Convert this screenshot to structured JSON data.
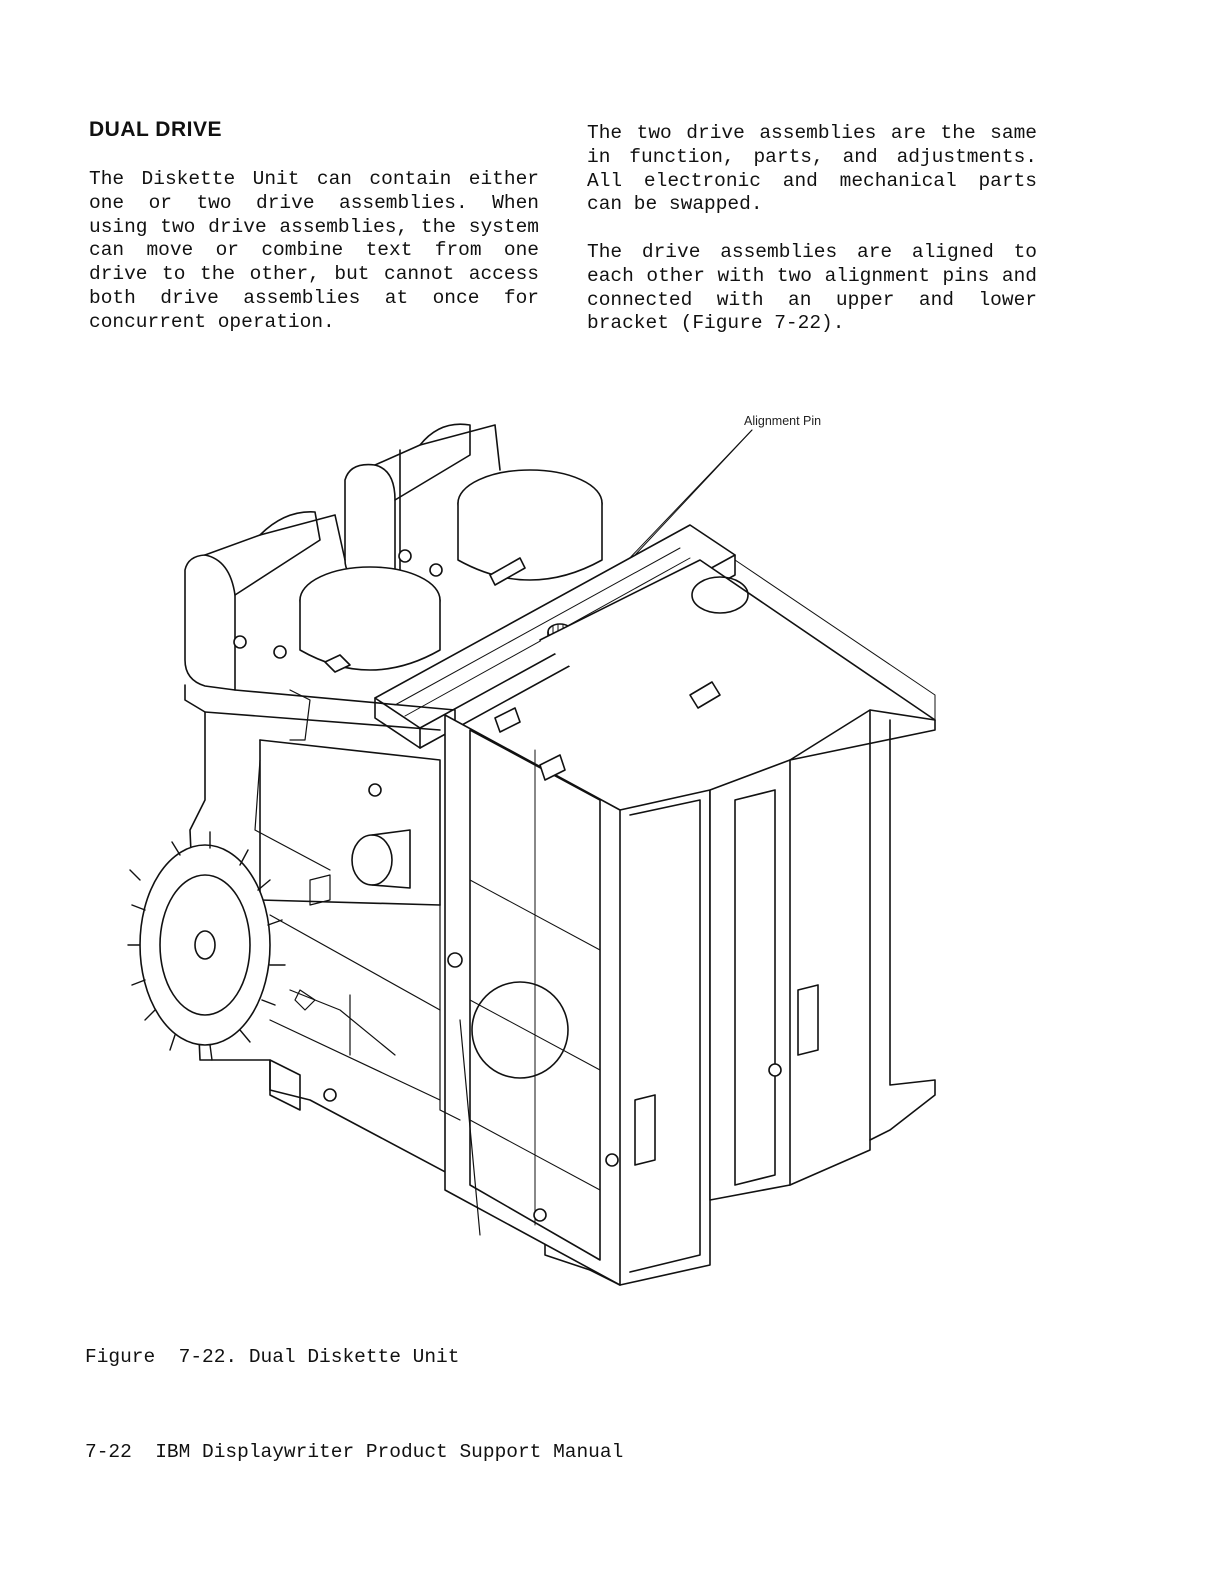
{
  "section": {
    "heading": "DUAL DRIVE",
    "paragraph_1": "The Diskette Unit can contain either one or two drive assemblies. When using two drive assemblies, the system can move or combine text from one drive to the other, but cannot access both drive assemblies at once for concurrent operation.",
    "paragraph_2": "The two drive assemblies are the same in function, parts, and adjustments. All electronic and mechanical parts can be swapped.",
    "paragraph_3": "The drive assemblies are aligned to each other with two alignment pins and connected with an upper and lower bracket (Figure 7-22)."
  },
  "figure": {
    "callout_label": "Alignment Pin",
    "caption": "Figure  7-22. Dual Diskette Unit"
  },
  "footer": {
    "text": "7-22  IBM Displaywriter Product Support Manual"
  }
}
